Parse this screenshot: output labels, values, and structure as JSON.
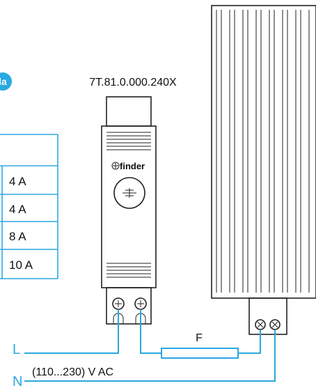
{
  "badge": {
    "text": "la",
    "color": "#2aa8e0"
  },
  "device": {
    "model": "7T.81.0.000.240X",
    "brand": "finder"
  },
  "table": {
    "currents": [
      "4 A",
      "4 A",
      "8 A",
      "10 A"
    ]
  },
  "wiring": {
    "line_label": "L",
    "neutral_label": "N",
    "fuse_label": "F",
    "voltage_label": "(110...230) V AC",
    "wire_color": "#2aa8e0"
  }
}
